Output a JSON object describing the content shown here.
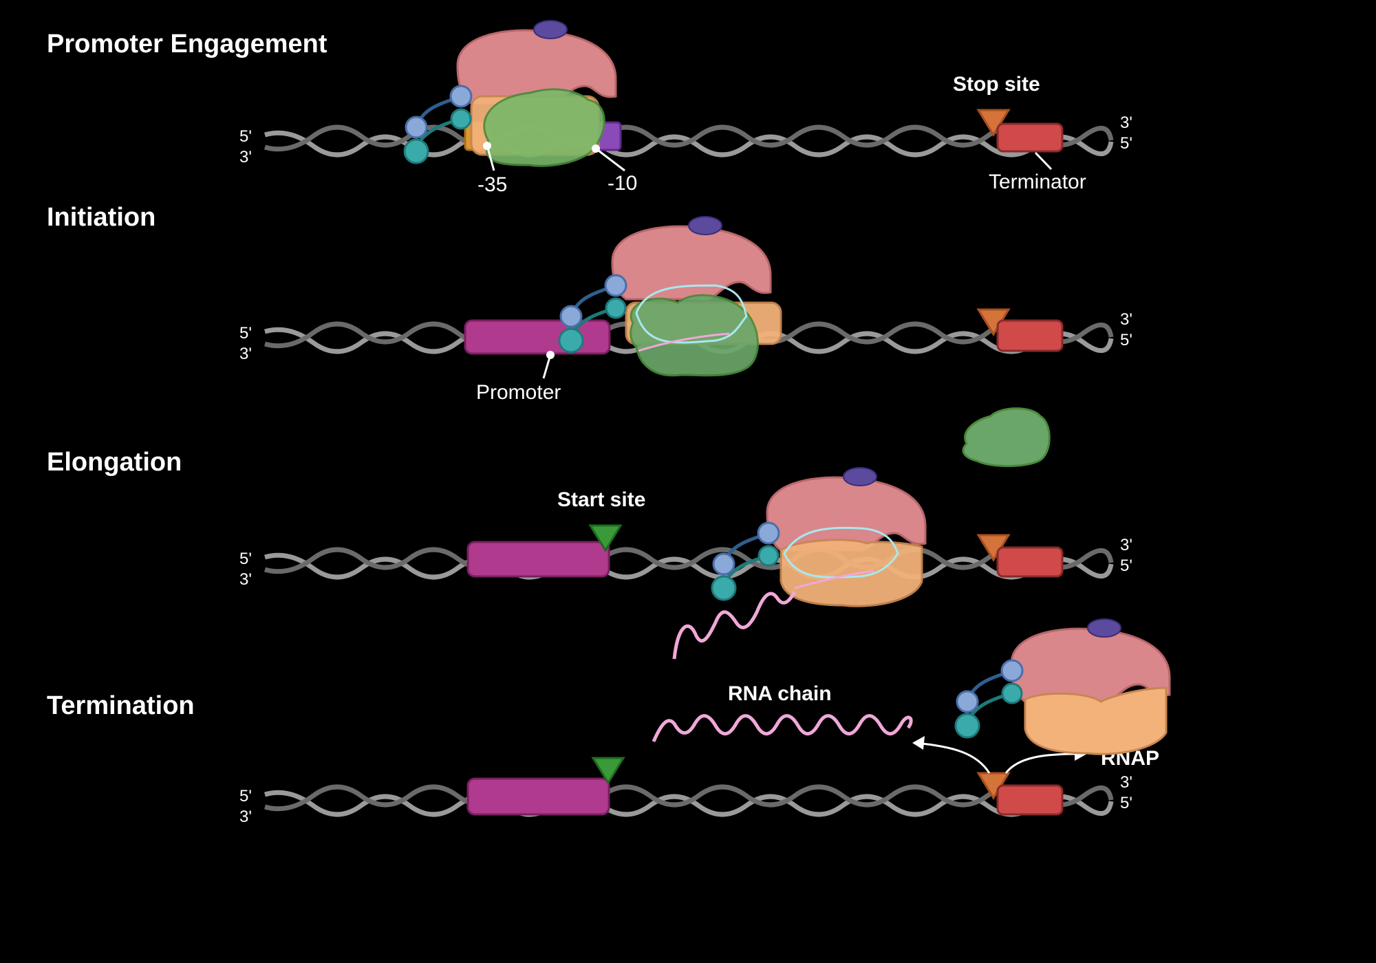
{
  "stages": [
    {
      "title": "Promoter Engagement",
      "end_5": "5'",
      "end_3": "3'",
      "end_r3": "3'",
      "end_r5": "5'"
    },
    {
      "title": "Initiation",
      "end_5": "5'",
      "end_3": "3'",
      "end_r3": "3'",
      "end_r5": "5'"
    },
    {
      "title": "Elongation",
      "end_5": "5'",
      "end_3": "3'",
      "end_r3": "3'",
      "end_r5": "5'"
    },
    {
      "title": "Termination",
      "end_5": "5'",
      "end_3": "3'",
      "end_r3": "3'",
      "end_r5": "5'"
    }
  ],
  "labels": {
    "stop_site": "Stop site",
    "terminator": "Terminator",
    "minus35": "-35",
    "minus10": "-10",
    "promoter": "Promoter",
    "start_site": "Start site",
    "rna_chain": "RNA chain",
    "rnap": "RNAP"
  },
  "colors": {
    "background": "#000000",
    "dna": "#8c8c8c",
    "promoter": "#b03a8e",
    "terminator": "#d04a4a",
    "stop_triangle": "#d4733a",
    "start_triangle": "#3a9a3a",
    "rnap_top": "#d9878a",
    "rnap_bottom": "#f2b27a",
    "sigma": "#6aa66a",
    "rna": "#f0a8d8"
  }
}
